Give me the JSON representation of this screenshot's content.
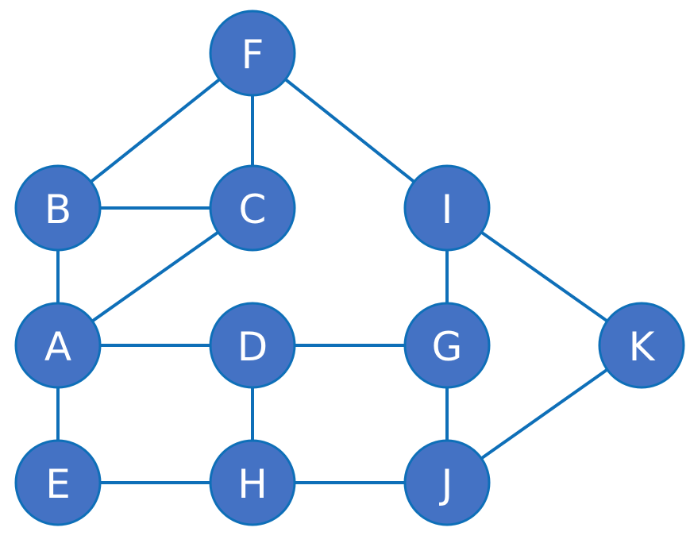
{
  "nodes": [
    {
      "id": "F",
      "label": "F"
    },
    {
      "id": "B",
      "label": "B"
    },
    {
      "id": "C",
      "label": "C"
    },
    {
      "id": "I",
      "label": "I"
    },
    {
      "id": "A",
      "label": "A"
    },
    {
      "id": "D",
      "label": "D"
    },
    {
      "id": "G",
      "label": "G"
    },
    {
      "id": "K",
      "label": "K"
    },
    {
      "id": "E",
      "label": "E"
    },
    {
      "id": "H",
      "label": "H"
    },
    {
      "id": "J",
      "label": "J"
    }
  ],
  "edges": [
    [
      "F",
      "B"
    ],
    [
      "F",
      "C"
    ],
    [
      "F",
      "I"
    ],
    [
      "B",
      "C"
    ],
    [
      "B",
      "A"
    ],
    [
      "C",
      "A"
    ],
    [
      "I",
      "G"
    ],
    [
      "I",
      "K"
    ],
    [
      "A",
      "D"
    ],
    [
      "A",
      "E"
    ],
    [
      "D",
      "G"
    ],
    [
      "D",
      "H"
    ],
    [
      "G",
      "J"
    ],
    [
      "E",
      "H"
    ],
    [
      "H",
      "J"
    ],
    [
      "J",
      "K"
    ]
  ],
  "colors": {
    "node_fill": "#4472c4",
    "node_stroke": "#0e6fb8",
    "edge": "#0e6fb8",
    "label": "#ffffff"
  }
}
